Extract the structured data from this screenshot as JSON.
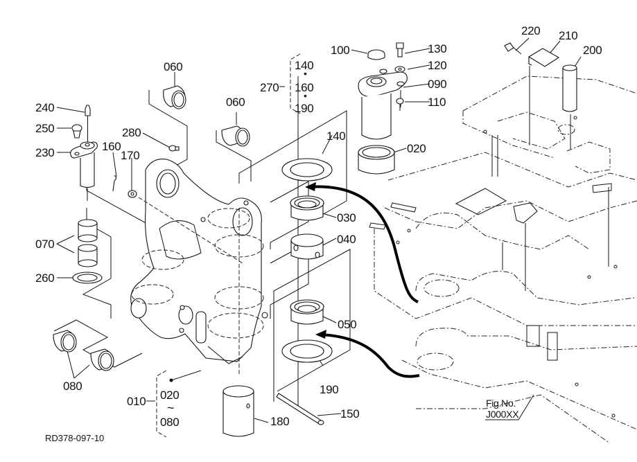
{
  "diagram": {
    "type": "exploded parts diagram",
    "drawing_code": "RD378-097-10",
    "figure_ref": {
      "line1": "Fig.No.",
      "line2": "J000XX"
    },
    "callouts": [
      {
        "id": "c240",
        "number": "240"
      },
      {
        "id": "c250",
        "number": "250"
      },
      {
        "id": "c230",
        "number": "230"
      },
      {
        "id": "c160a",
        "number": "160"
      },
      {
        "id": "c170",
        "number": "170"
      },
      {
        "id": "c280",
        "number": "280"
      },
      {
        "id": "c060a",
        "number": "060"
      },
      {
        "id": "c060b",
        "number": "060"
      },
      {
        "id": "c070",
        "number": "070"
      },
      {
        "id": "c260",
        "number": "260"
      },
      {
        "id": "c080a",
        "number": "080"
      },
      {
        "id": "c100",
        "number": "100"
      },
      {
        "id": "c130",
        "number": "130"
      },
      {
        "id": "c120",
        "number": "120"
      },
      {
        "id": "c090",
        "number": "090"
      },
      {
        "id": "c110",
        "number": "110"
      },
      {
        "id": "c020a",
        "number": "020"
      },
      {
        "id": "c140a",
        "number": "140"
      },
      {
        "id": "c030",
        "number": "030"
      },
      {
        "id": "c040",
        "number": "040"
      },
      {
        "id": "c050",
        "number": "050"
      },
      {
        "id": "c190a",
        "number": "190"
      },
      {
        "id": "c150",
        "number": "150"
      },
      {
        "id": "c180",
        "number": "180"
      },
      {
        "id": "c220",
        "number": "220"
      },
      {
        "id": "c210",
        "number": "210"
      },
      {
        "id": "c200",
        "number": "200"
      }
    ],
    "kit_groups": [
      {
        "kit_number": "270",
        "members": [
          "140",
          "160",
          "190"
        ],
        "separator": "•"
      },
      {
        "kit_number": "010",
        "members": [
          "020",
          "080"
        ],
        "separator": "~"
      }
    ]
  }
}
